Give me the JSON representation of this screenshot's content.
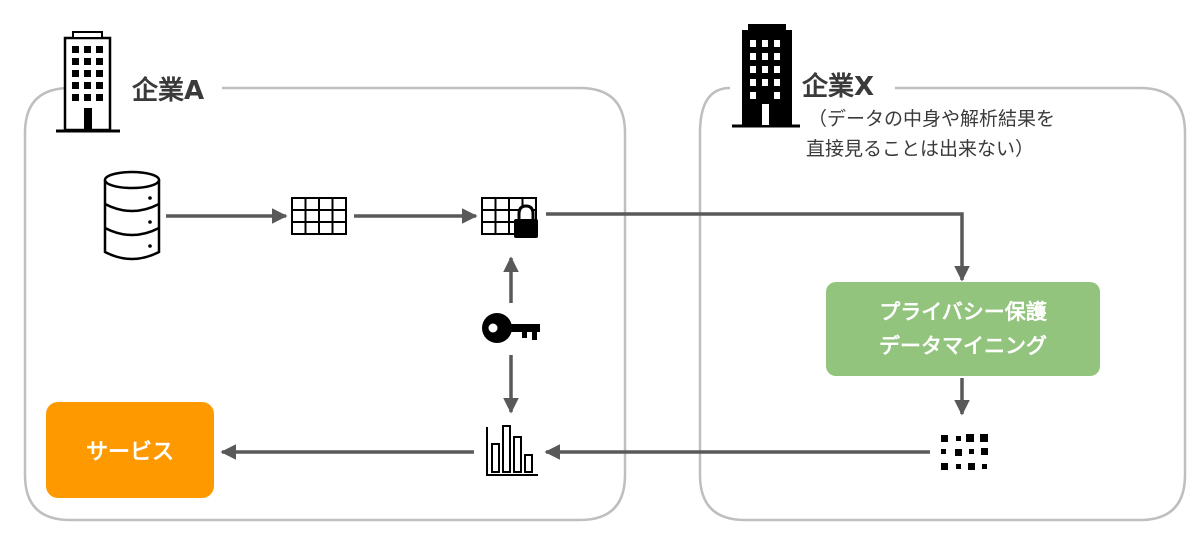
{
  "company_a": {
    "title": "企業A"
  },
  "company_x": {
    "title": "企業X",
    "note_line1": "（データの中身や解析結果を",
    "note_line2": "直接見ることは出来ない）"
  },
  "mining_box": {
    "line1": "プライバシー保護",
    "line2": "データマイニング",
    "color": "#92c47d"
  },
  "service_box": {
    "label": "サービス",
    "color": "#ff9900"
  },
  "colors": {
    "frame": "#bfbfbf",
    "arrow": "#595959",
    "icon": "#000000"
  }
}
